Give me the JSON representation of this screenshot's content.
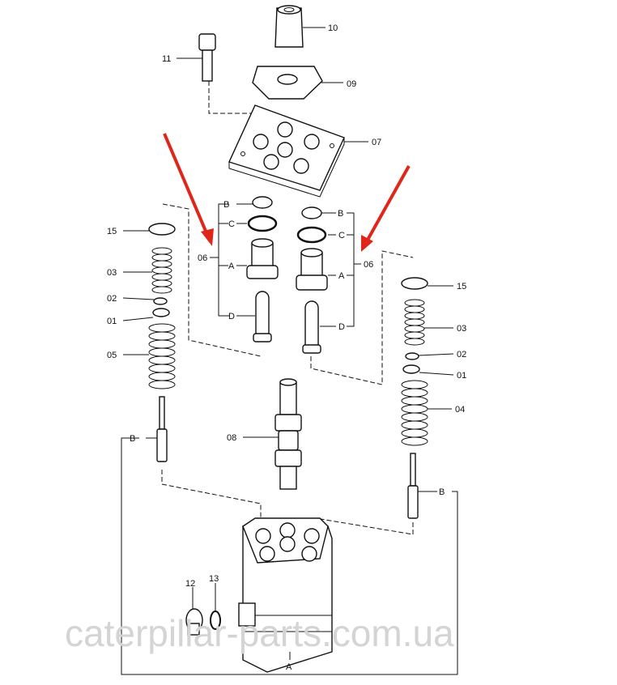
{
  "diagram": {
    "watermark": "caterpillar-parts.com.ua",
    "arrow_color": "#e0261b",
    "labels": {
      "p10": "10",
      "p11": "11",
      "p09": "09",
      "p07": "07",
      "left_B": "B",
      "left_C": "C",
      "left_06": "06",
      "left_A": "A",
      "left_D": "D",
      "right_B": "B",
      "right_C": "C",
      "right_06": "06",
      "right_A": "A",
      "right_D": "D",
      "left_15": "15",
      "left_03": "03",
      "left_02": "02",
      "left_01": "01",
      "left_05": "05",
      "right_15": "15",
      "right_03": "03",
      "right_02": "02",
      "right_01": "01",
      "right_04": "04",
      "p08": "08",
      "outer_left_B": "B",
      "outer_right_B": "B",
      "p12": "12",
      "p13": "13",
      "body_A": "A"
    }
  }
}
